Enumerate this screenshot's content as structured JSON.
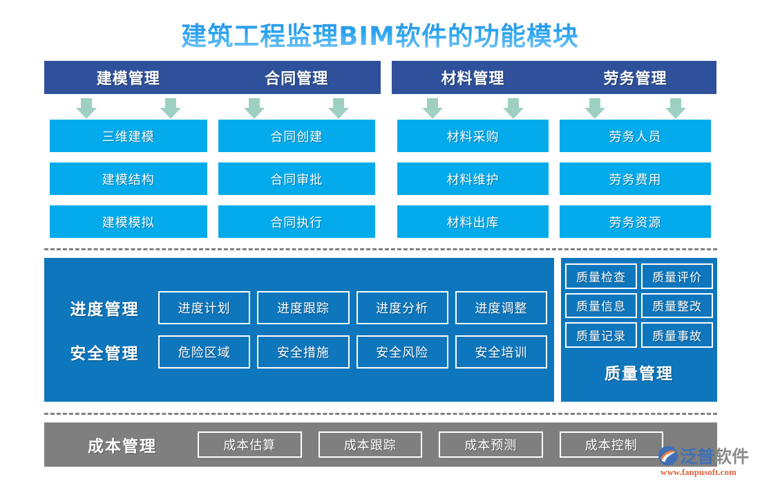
{
  "title": "建筑工程监理BIM软件的功能模块",
  "colors": {
    "title_gradient_start": "#2d8fe0",
    "title_gradient_end": "#7ec9f5",
    "header_blue": "#2f519c",
    "module_cyan": "#04abec",
    "panel_blue": "#0d76bc",
    "arrow_green": "#9ed0c2",
    "bottom_gray": "#7f7f7f",
    "divider_gray": "#808080"
  },
  "headers": {
    "left": [
      "建模管理",
      "合同管理"
    ],
    "right": [
      "材料管理",
      "劳务管理"
    ]
  },
  "columns": [
    {
      "header": "建模管理",
      "items": [
        "三维建模",
        "建模结构",
        "建模模拟"
      ]
    },
    {
      "header": "合同管理",
      "items": [
        "合同创建",
        "合同审批",
        "合同执行"
      ]
    },
    {
      "header": "材料管理",
      "items": [
        "材料采购",
        "材料维护",
        "材料出库"
      ]
    },
    {
      "header": "劳务管理",
      "items": [
        "劳务人员",
        "劳务费用",
        "劳务资源"
      ]
    }
  ],
  "mid_panel": {
    "rows": [
      {
        "label": "进度管理",
        "cells": [
          "进度计划",
          "进度跟踪",
          "进度分析",
          "进度调整"
        ]
      },
      {
        "label": "安全管理",
        "cells": [
          "危险区域",
          "安全措施",
          "安全风险",
          "安全培训"
        ]
      }
    ]
  },
  "quality_panel": {
    "cells": [
      "质量检查",
      "质量评价",
      "质量信息",
      "质量整改",
      "质量记录",
      "质量事故"
    ],
    "title": "质量管理"
  },
  "bottom_bar": {
    "label": "成本管理",
    "cells": [
      "成本估算",
      "成本跟踪",
      "成本预测",
      "成本控制"
    ]
  },
  "logo": {
    "word_a": "泛普",
    "word_b": "软件",
    "url": "www.fanpusoft.com"
  }
}
